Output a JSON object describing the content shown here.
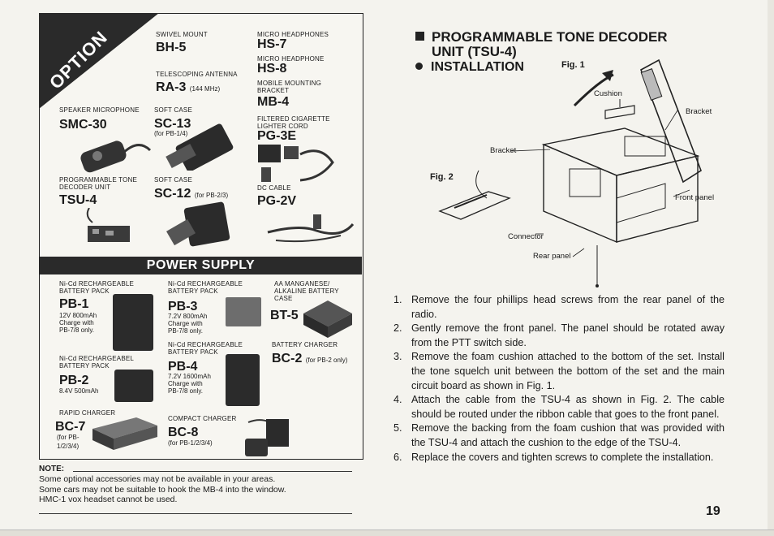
{
  "option_banner": "OPTION",
  "accessories": {
    "bh5": {
      "cat": "SWIVEL MOUNT",
      "model": "BH-5"
    },
    "ra3": {
      "cat": "TELESCOPING ANTENNA",
      "model": "RA-3",
      "note": "(144 MHz)"
    },
    "smc30": {
      "cat": "SPEAKER MICROPHONE",
      "model": "SMC-30"
    },
    "sc13": {
      "cat": "SOFT CASE",
      "model": "SC-13",
      "note": "(for PB-1/4)"
    },
    "tsu4": {
      "cat1": "PROGRAMMABLE TONE",
      "cat2": "DECODER UNIT",
      "model": "TSU-4"
    },
    "sc12": {
      "cat": "SOFT CASE",
      "model": "SC-12",
      "note": "(for PB-2/3)"
    },
    "hs7": {
      "cat": "MICRO HEADPHONES",
      "model": "HS-7"
    },
    "hs8": {
      "cat": "MICRO HEADPHONE",
      "model": "HS-8"
    },
    "mb4": {
      "cat1": "MOBILE MOUNTING",
      "cat2": "BRACKET",
      "model": "MB-4"
    },
    "pg3e": {
      "cat1": "FILTERED CIGARETTE",
      "cat2": "LIGHTER CORD",
      "model": "PG-3E"
    },
    "pg2v": {
      "cat": "DC CABLE",
      "model": "PG-2V"
    }
  },
  "power_supply": {
    "title": "POWER SUPPLY",
    "pb1": {
      "cat1": "Ni-Cd RECHARGEABLE",
      "cat2": "BATTERY PACK",
      "model": "PB-1",
      "spec1": "12V 800mAh",
      "spec2": "Charge with",
      "spec3": "PB-7/8 only."
    },
    "pb3": {
      "cat1": "Ni-Cd RECHARGEABLE",
      "cat2": "BATTERY PACK",
      "model": "PB-3",
      "spec1": "7.2V 800mAh",
      "spec2": "Charge with",
      "spec3": "PB-7/8 only."
    },
    "bt5": {
      "cat1": "AA MANGANESE/",
      "cat2": "ALKALINE BATTERY",
      "cat3": "CASE",
      "model": "BT-5"
    },
    "pb2": {
      "cat1": "Ni-Cd RECHARGEABEL",
      "cat2": "BATTERY PACK",
      "model": "PB-2",
      "spec1": "8.4V 500mAh"
    },
    "pb4": {
      "cat1": "Ni-Cd RECHARGEABLE",
      "cat2": "BATTERY PACK",
      "model": "PB-4",
      "spec1": "7.2V 1600mAh",
      "spec2": "Charge with",
      "spec3": "PB-7/8 only."
    },
    "bc2": {
      "cat": "BATTERY CHARGER",
      "model": "BC-2",
      "note": "(for PB-2 only)"
    },
    "bc7": {
      "cat": "RAPID CHARGER",
      "model": "BC-7",
      "note1": "(for PB-",
      "note2": "1/2/3/4)"
    },
    "bc8": {
      "cat": "COMPACT CHARGER",
      "model": "BC-8",
      "note": "(for PB-1/2/3/4)"
    }
  },
  "note": {
    "heading": "NOTE:",
    "line1": "Some optional accessories may not be available in your areas.",
    "line2": "Some cars may not be suitable to hook the MB-4 into the window.",
    "line3": "HMC-1 vox headset cannot be used."
  },
  "section": {
    "title_line1": "PROGRAMMABLE TONE DECODER",
    "title_line2": "UNIT (TSU-4)",
    "subtitle": "INSTALLATION",
    "fig1": "Fig. 1",
    "fig2": "Fig. 2",
    "labels": {
      "cushion": "Cushion",
      "bracket_right": "Bracket",
      "bracket_left": "Bracket",
      "front_panel": "Front panel",
      "connector": "Connector",
      "rear_panel": "Rear panel"
    }
  },
  "steps": [
    {
      "num": "1.",
      "text": "Remove the four phillips head screws from the rear panel of the radio."
    },
    {
      "num": "2.",
      "text": "Gently remove the front panel. The panel should be rotated away from the PTT switch side."
    },
    {
      "num": "3.",
      "text": "Remove the foam cushion attached to the bottom of the set. Install the tone squelch unit between the bottom of the set and the main circuit board as shown in Fig. 1."
    },
    {
      "num": "4.",
      "text": "Attach the cable from the TSU-4 as shown in Fig. 2. The cable should be routed under the ribbon cable that goes to the front panel."
    },
    {
      "num": "5.",
      "text": "Remove the backing from the foam cushion that was provided with the TSU-4 and attach the cushion to the edge of the TSU-4."
    },
    {
      "num": "6.",
      "text": "Replace the covers and tighten screws to complete the installation."
    }
  ],
  "page_number": "19",
  "colors": {
    "ink": "#1a1a1a",
    "paper": "#f4f3ee",
    "bar": "#2a2a2a"
  }
}
